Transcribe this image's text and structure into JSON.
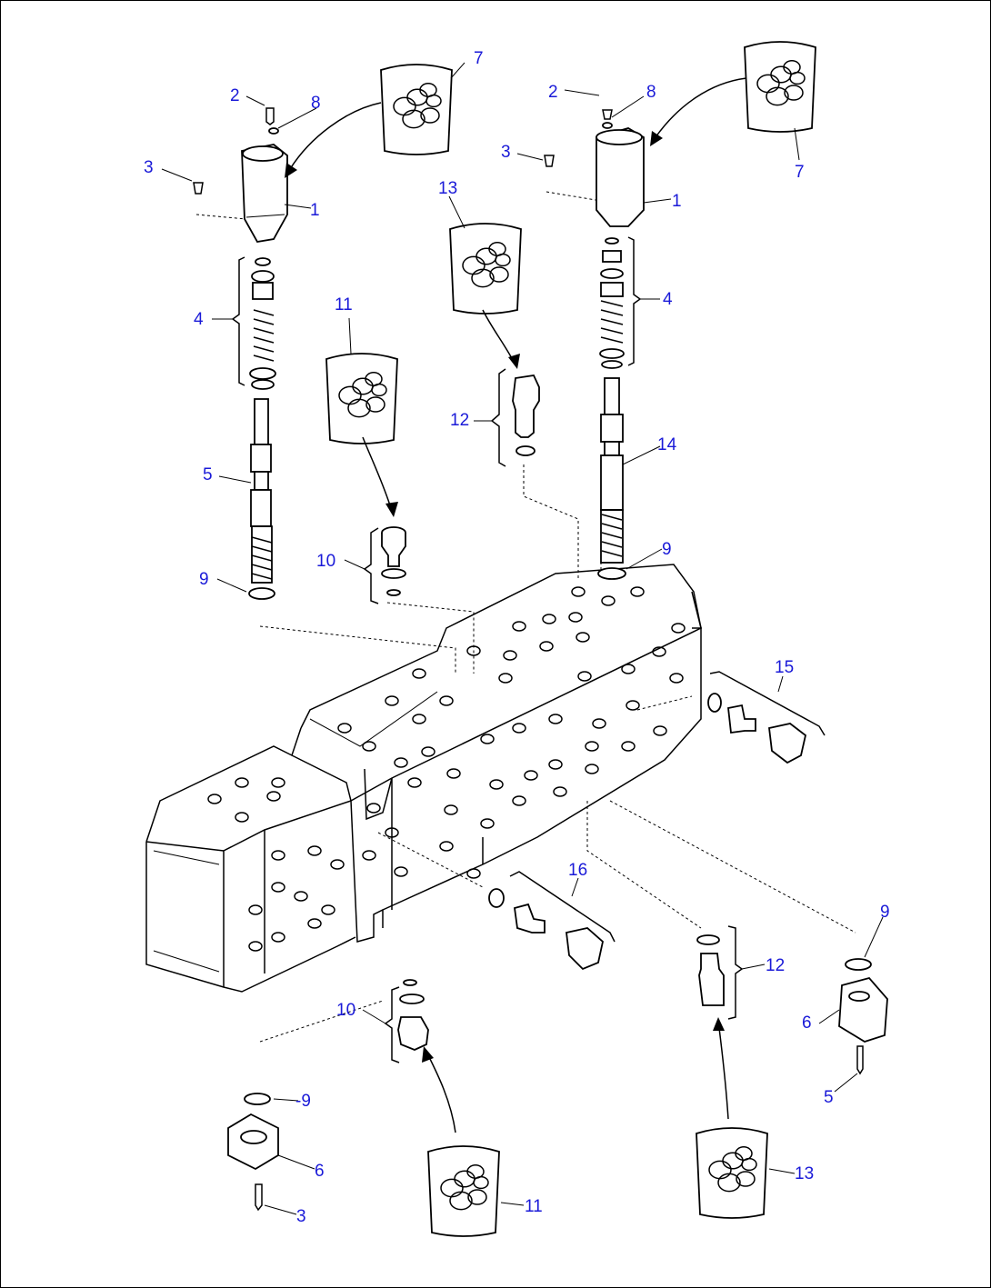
{
  "callouts": [
    {
      "id": "c1a",
      "text": "1"
    },
    {
      "id": "c1b",
      "text": "1"
    },
    {
      "id": "c2a",
      "text": "2"
    },
    {
      "id": "c2b",
      "text": "2"
    },
    {
      "id": "c3a",
      "text": "3"
    },
    {
      "id": "c3b",
      "text": "3"
    },
    {
      "id": "c3c",
      "text": "3"
    },
    {
      "id": "c4a",
      "text": "4"
    },
    {
      "id": "c4b",
      "text": "4"
    },
    {
      "id": "c5a",
      "text": "5"
    },
    {
      "id": "c5b",
      "text": "5"
    },
    {
      "id": "c6a",
      "text": "6"
    },
    {
      "id": "c6b",
      "text": "6"
    },
    {
      "id": "c7a",
      "text": "7"
    },
    {
      "id": "c7b",
      "text": "7"
    },
    {
      "id": "c8a",
      "text": "8"
    },
    {
      "id": "c8b",
      "text": "8"
    },
    {
      "id": "c9a",
      "text": "9"
    },
    {
      "id": "c9b",
      "text": "9"
    },
    {
      "id": "c9c",
      "text": "9"
    },
    {
      "id": "c9d",
      "text": "-9"
    },
    {
      "id": "c10a",
      "text": "10"
    },
    {
      "id": "c10b",
      "text": "10"
    },
    {
      "id": "c11a",
      "text": "11"
    },
    {
      "id": "c11b",
      "text": "11"
    },
    {
      "id": "c12a",
      "text": "12"
    },
    {
      "id": "c12b",
      "text": "12"
    },
    {
      "id": "c13a",
      "text": "13"
    },
    {
      "id": "c13b",
      "text": "13"
    },
    {
      "id": "c14",
      "text": "14"
    },
    {
      "id": "c15",
      "text": "15"
    },
    {
      "id": "c16",
      "text": "16"
    }
  ],
  "colors": {
    "callout": "#1a1ad8",
    "line": "#000000",
    "background": "#ffffff"
  }
}
